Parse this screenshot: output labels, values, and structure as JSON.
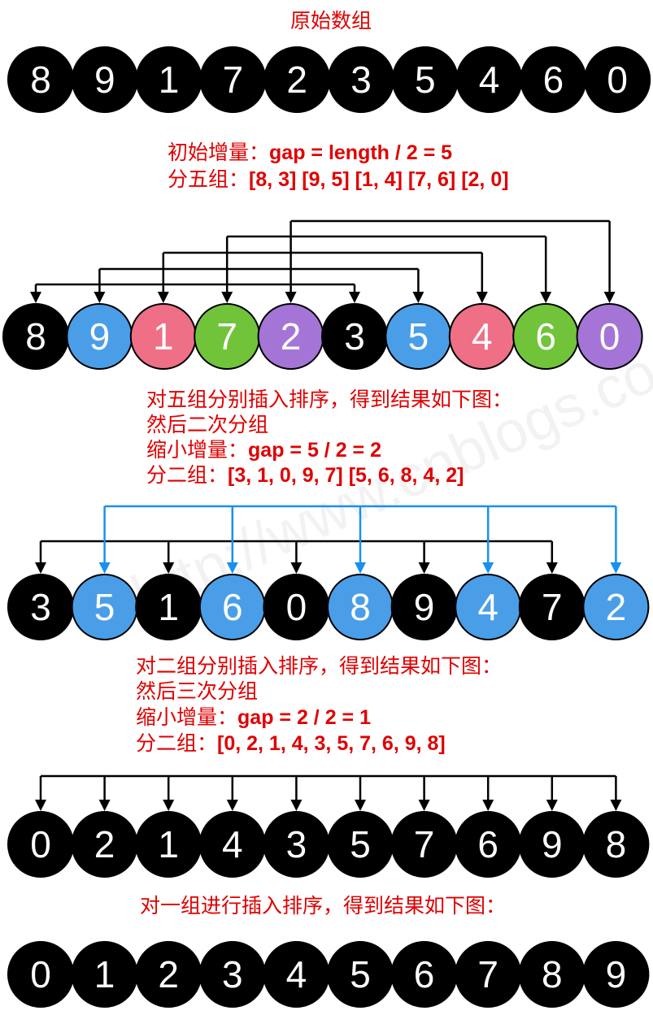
{
  "colors": {
    "text": "#e00000",
    "black": "#000000",
    "blue": "#4a9ee8",
    "pink": "#ef6f86",
    "green": "#71c43a",
    "purple": "#a475d6",
    "blue_arrow": "#1a90ee"
  },
  "watermark": "http://www.cnblogs.co...",
  "texts": {
    "title": "原始数组",
    "step1_line1_cn": "初始增量：",
    "step1_line1_formula": "gap = length / 2 = 5",
    "step1_line2_cn": "分五组：",
    "step1_line2_groups": "[8, 3] [9, 5] [1, 4] [7, 6] [2, 0]",
    "step2_line1": "对五组分别插入排序，得到结果如下图：",
    "step2_line2": "然后二次分组",
    "step2_line3_cn": "缩小增量：",
    "step2_line3_formula": "gap = 5 / 2 = 2",
    "step2_line4_cn": "分二组：",
    "step2_line4_groups": "[3, 1, 0, 9, 7] [5, 6, 8, 4, 2]",
    "step3_line1": "对二组分别插入排序，得到结果如下图：",
    "step3_line2": "然后三次分组",
    "step3_line3_cn": "缩小增量：",
    "step3_line3_formula": "gap = 2 / 2 = 1",
    "step3_line4_cn": "分二组：",
    "step3_line4_groups": "[0, 2, 1, 4, 3, 5, 7, 6, 9, 8]",
    "step4_line1": "对一组进行插入排序，得到结果如下图："
  },
  "rows": [
    {
      "values": [
        "8",
        "9",
        "1",
        "7",
        "2",
        "3",
        "5",
        "4",
        "6",
        "0"
      ],
      "colors": [
        "black",
        "black",
        "black",
        "black",
        "black",
        "black",
        "black",
        "black",
        "black",
        "black"
      ]
    },
    {
      "values": [
        "8",
        "9",
        "1",
        "7",
        "2",
        "3",
        "5",
        "4",
        "6",
        "0"
      ],
      "colors": [
        "black",
        "blue",
        "pink",
        "green",
        "purple",
        "black",
        "blue",
        "pink",
        "green",
        "purple"
      ]
    },
    {
      "values": [
        "3",
        "5",
        "1",
        "6",
        "0",
        "8",
        "9",
        "4",
        "7",
        "2"
      ],
      "colors": [
        "black",
        "blue",
        "black",
        "blue",
        "black",
        "blue",
        "black",
        "blue",
        "black",
        "blue"
      ]
    },
    {
      "values": [
        "0",
        "2",
        "1",
        "4",
        "3",
        "5",
        "7",
        "6",
        "9",
        "8"
      ],
      "colors": [
        "black",
        "black",
        "black",
        "black",
        "black",
        "black",
        "black",
        "black",
        "black",
        "black"
      ]
    },
    {
      "values": [
        "0",
        "1",
        "2",
        "3",
        "4",
        "5",
        "6",
        "7",
        "8",
        "9"
      ],
      "colors": [
        "black",
        "black",
        "black",
        "black",
        "black",
        "black",
        "black",
        "black",
        "black",
        "black"
      ]
    }
  ]
}
